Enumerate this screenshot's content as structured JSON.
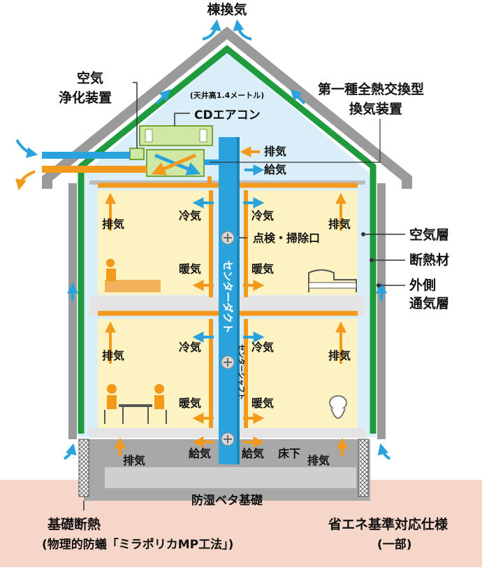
{
  "colors": {
    "orange": "#f39a1c",
    "blue": "#2aa3dc",
    "green": "#1f9a3c",
    "room_yellow": "#fdf3c2",
    "air_layer": "#d9eef8",
    "ground": "#f6d6c8",
    "wall_gray": "#9a9a9a"
  },
  "labels": {
    "top_vent": "棟換気",
    "purifier_1": "空気",
    "purifier_2": "浄化装置",
    "ceiling_height": "(天井高1.4メートル)",
    "cd_aircon": "CDエアコン",
    "heat_exchanger_1": "第一種全熱交換型",
    "heat_exchanger_2": "換気装置",
    "exhaust_attic": "排気",
    "supply_attic": "給気",
    "air_layer": "空気層",
    "insulation": "断熱材",
    "outer_vent_1": "外側",
    "outer_vent_2": "通気層",
    "center_duct": "センターダクト",
    "center_shaft": "センターシャフト",
    "inspection_port": "点検・掃除口",
    "foundation": "防湿ベタ基礎",
    "bottom_left_1": "基礎断熱",
    "bottom_left_2": "(物理的防蟻「ミラポリカMP工法」)",
    "bottom_right_1": "省エネ基準対応仕様",
    "bottom_right_2": "(一部)"
  },
  "rooms": {
    "upper_left": {
      "exhaust": "排気",
      "cool": "冷気",
      "warm": "暖気"
    },
    "upper_right": {
      "exhaust": "排気",
      "cool": "冷気",
      "warm": "暖気"
    },
    "lower_left": {
      "exhaust": "排気",
      "cool": "冷気",
      "warm": "暖気"
    },
    "lower_right": {
      "exhaust": "排気",
      "cool": "冷気",
      "warm": "暖気"
    }
  },
  "underfloor": {
    "exhaust_left": "排気",
    "supply_left": "給気",
    "supply_right": "給気",
    "underfloor": "床下",
    "exhaust_right": "排気"
  }
}
